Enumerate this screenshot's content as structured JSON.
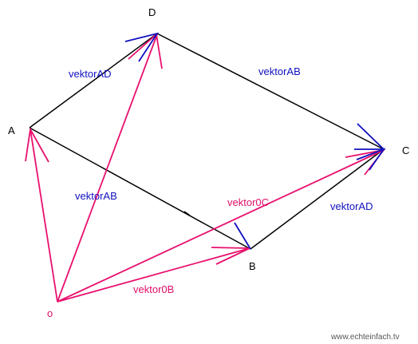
{
  "colors": {
    "edge": "#000000",
    "vector_pink": "#e8106e",
    "arrow_blue": "#1010c0",
    "label_blue": "#1010c0",
    "label_pink": "#e0106a"
  },
  "points": {
    "A": "A",
    "B": "B",
    "C": "C",
    "D": "D",
    "O": "o"
  },
  "labels": {
    "ad_left": "vektorAD",
    "ab_top": "vektorAB",
    "ab_left": "vektorAB",
    "ad_right": "vektorAD",
    "oc": "vektor0C",
    "ob": "vektor0B"
  },
  "watermark": "www.echteinfach.tv"
}
